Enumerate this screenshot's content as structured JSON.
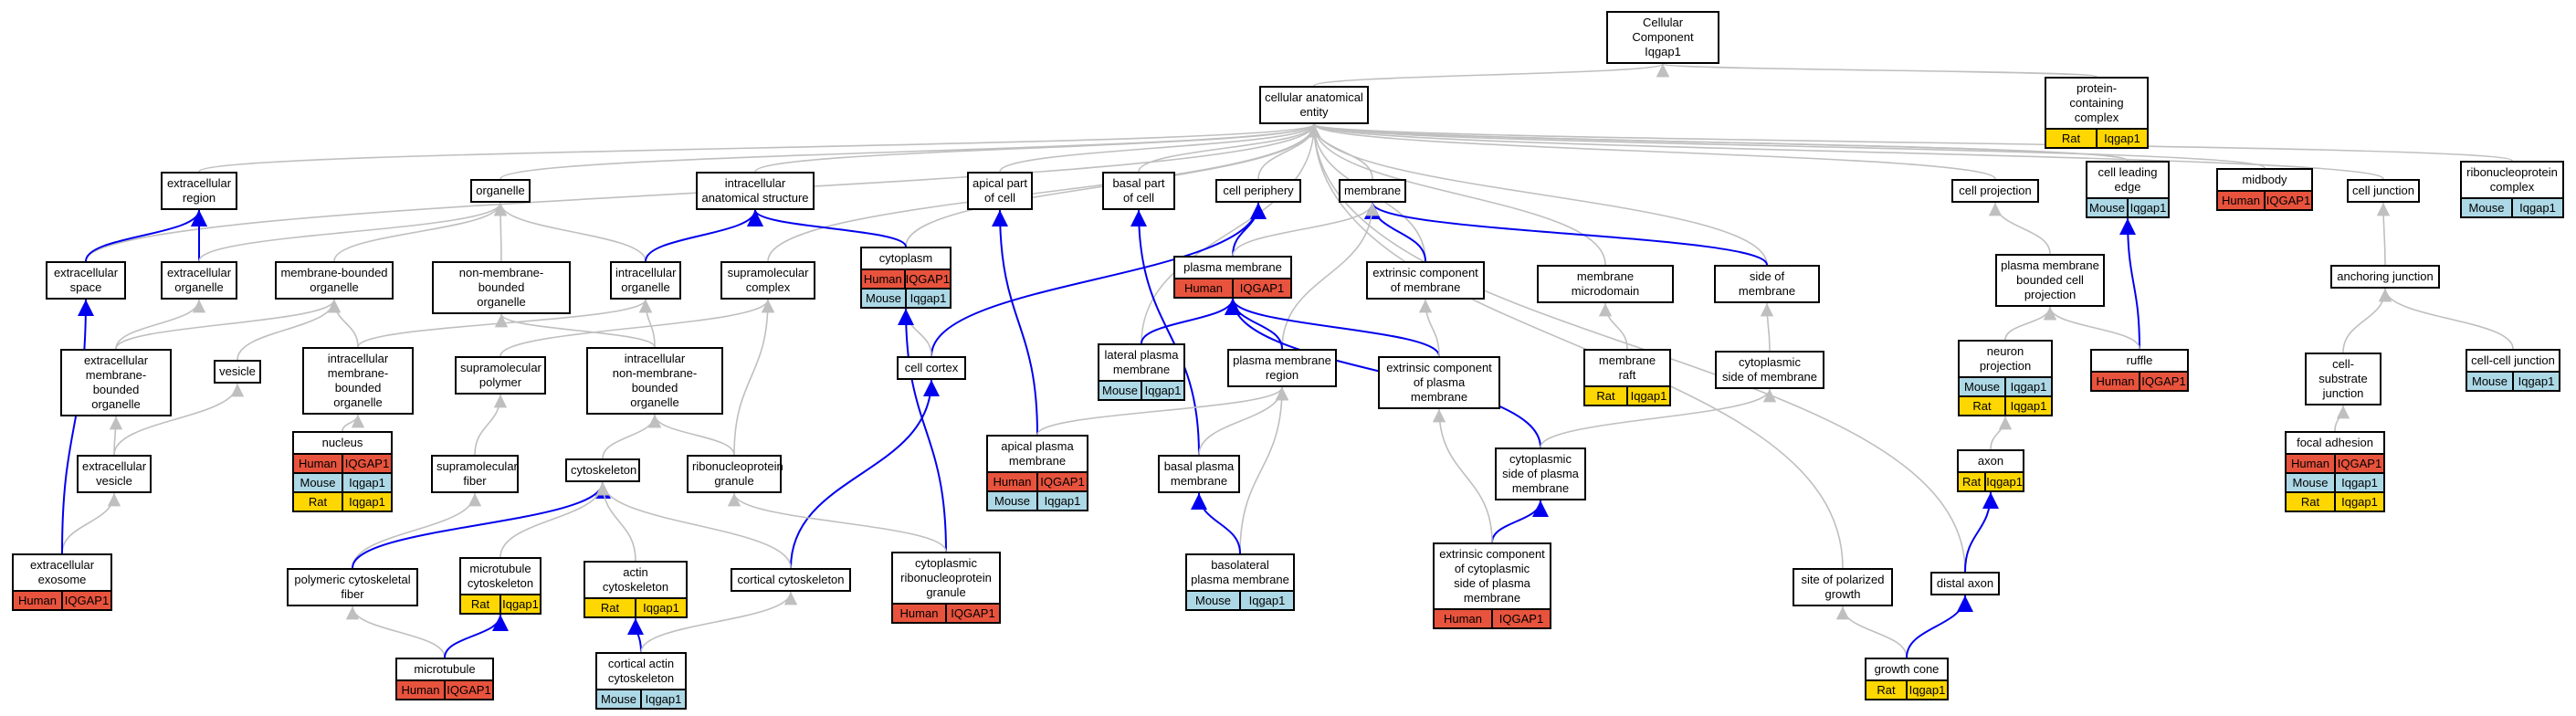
{
  "diagram": {
    "colors": {
      "human": "#E8533D",
      "mouse": "#ADD8E6",
      "rat": "#FFD700",
      "edge_gray": "#BFBFBF",
      "edge_blue": "#0000EE"
    },
    "nodes": [
      {
        "id": "root",
        "lines": [
          "Cellular Component",
          "Iqgap1"
        ]
      },
      {
        "id": "cae",
        "lines": [
          "cellular anatomical",
          "entity"
        ]
      },
      {
        "id": "pcc",
        "lines": [
          "protein-containing",
          "complex"
        ],
        "rows": [
          [
            "Rat",
            "Iqgap1"
          ]
        ]
      },
      {
        "id": "exreg",
        "lines": [
          "extracellular",
          "region"
        ]
      },
      {
        "id": "organelle",
        "lines": [
          "organelle"
        ]
      },
      {
        "id": "ias",
        "lines": [
          "intracellular",
          "anatomical structure"
        ]
      },
      {
        "id": "apical",
        "lines": [
          "apical part",
          "of cell"
        ]
      },
      {
        "id": "basal",
        "lines": [
          "basal part",
          "of cell"
        ]
      },
      {
        "id": "periph",
        "lines": [
          "cell periphery"
        ]
      },
      {
        "id": "membrane",
        "lines": [
          "membrane"
        ]
      },
      {
        "id": "cellproj",
        "lines": [
          "cell projection"
        ]
      },
      {
        "id": "leading",
        "lines": [
          "cell leading",
          "edge"
        ],
        "rows": [
          [
            "Mouse",
            "Iqgap1"
          ]
        ]
      },
      {
        "id": "midbody",
        "lines": [
          "midbody"
        ],
        "rows": [
          [
            "Human",
            "IQGAP1"
          ]
        ]
      },
      {
        "id": "junction",
        "lines": [
          "cell junction"
        ]
      },
      {
        "id": "rnpcomplex",
        "lines": [
          "ribonucleoprotein",
          "complex"
        ],
        "rows": [
          [
            "Mouse",
            "Iqgap1"
          ]
        ]
      },
      {
        "id": "exspace",
        "lines": [
          "extracellular",
          "space"
        ]
      },
      {
        "id": "exorg",
        "lines": [
          "extracellular",
          "organelle"
        ]
      },
      {
        "id": "mbo",
        "lines": [
          "membrane-bounded",
          "organelle"
        ]
      },
      {
        "id": "nmbo",
        "lines": [
          "non-membrane-bounded",
          "organelle"
        ]
      },
      {
        "id": "icorg",
        "lines": [
          "intracellular",
          "organelle"
        ]
      },
      {
        "id": "supcomplex",
        "lines": [
          "supramolecular",
          "complex"
        ]
      },
      {
        "id": "cytoplasm",
        "lines": [
          "cytoplasm"
        ],
        "rows": [
          [
            "Human",
            "IQGAP1"
          ],
          [
            "Mouse",
            "Iqgap1"
          ]
        ]
      },
      {
        "id": "pm",
        "lines": [
          "plasma membrane"
        ],
        "rows": [
          [
            "Human",
            "IQGAP1"
          ]
        ]
      },
      {
        "id": "extcompmem",
        "lines": [
          "extrinsic component",
          "of membrane"
        ]
      },
      {
        "id": "memmicro",
        "lines": [
          "membrane microdomain"
        ]
      },
      {
        "id": "sideofmem",
        "lines": [
          "side of membrane"
        ]
      },
      {
        "id": "pmbcp",
        "lines": [
          "plasma membrane",
          "bounded cell",
          "projection"
        ]
      },
      {
        "id": "anchoring",
        "lines": [
          "anchoring junction"
        ]
      },
      {
        "id": "exmbv",
        "lines": [
          "extracellular",
          "membrane-bounded",
          "organelle"
        ]
      },
      {
        "id": "vesicle",
        "lines": [
          "vesicle"
        ]
      },
      {
        "id": "icmbo",
        "lines": [
          "intracellular",
          "membrane-bounded",
          "organelle"
        ]
      },
      {
        "id": "suppoly",
        "lines": [
          "supramolecular",
          "polymer"
        ]
      },
      {
        "id": "icnmbo",
        "lines": [
          "intracellular",
          "non-membrane-bounded",
          "organelle"
        ]
      },
      {
        "id": "cortex",
        "lines": [
          "cell cortex"
        ]
      },
      {
        "id": "latpm",
        "lines": [
          "lateral plasma",
          "membrane"
        ],
        "rows": [
          [
            "Mouse",
            "Iqgap1"
          ]
        ]
      },
      {
        "id": "pmregion",
        "lines": [
          "plasma membrane",
          "region"
        ]
      },
      {
        "id": "extcomppm",
        "lines": [
          "extrinsic component",
          "of plasma membrane"
        ]
      },
      {
        "id": "raft",
        "lines": [
          "membrane raft"
        ],
        "rows": [
          [
            "Rat",
            "Iqgap1"
          ]
        ]
      },
      {
        "id": "cytsidemem",
        "lines": [
          "cytoplasmic",
          "side of membrane"
        ]
      },
      {
        "id": "neuronproj",
        "lines": [
          "neuron projection"
        ],
        "rows": [
          [
            "Mouse",
            "Iqgap1"
          ],
          [
            "Rat",
            "Iqgap1"
          ]
        ]
      },
      {
        "id": "ruffle",
        "lines": [
          "ruffle"
        ],
        "rows": [
          [
            "Human",
            "IQGAP1"
          ]
        ]
      },
      {
        "id": "cellsubstrate",
        "lines": [
          "cell-substrate",
          "junction"
        ]
      },
      {
        "id": "cellcell",
        "lines": [
          "cell-cell junction"
        ],
        "rows": [
          [
            "Mouse",
            "Iqgap1"
          ]
        ]
      },
      {
        "id": "nucleus",
        "lines": [
          "nucleus"
        ],
        "rows": [
          [
            "Human",
            "IQGAP1"
          ],
          [
            "Mouse",
            "Iqgap1"
          ],
          [
            "Rat",
            "Iqgap1"
          ]
        ]
      },
      {
        "id": "exves",
        "lines": [
          "extracellular",
          "vesicle"
        ]
      },
      {
        "id": "supfiber",
        "lines": [
          "supramolecular",
          "fiber"
        ]
      },
      {
        "id": "cytoskeleton",
        "lines": [
          "cytoskeleton"
        ]
      },
      {
        "id": "rnpgranule",
        "lines": [
          "ribonucleoprotein",
          "granule"
        ]
      },
      {
        "id": "apicalpm",
        "lines": [
          "apical plasma",
          "membrane"
        ],
        "rows": [
          [
            "Human",
            "IQGAP1"
          ],
          [
            "Mouse",
            "Iqgap1"
          ]
        ]
      },
      {
        "id": "basalpm",
        "lines": [
          "basal plasma",
          "membrane"
        ]
      },
      {
        "id": "cytsidepm",
        "lines": [
          "cytoplasmic",
          "side of plasma",
          "membrane"
        ]
      },
      {
        "id": "axon",
        "lines": [
          "axon"
        ],
        "rows": [
          [
            "Rat",
            "Iqgap1"
          ]
        ]
      },
      {
        "id": "focal",
        "lines": [
          "focal adhesion"
        ],
        "rows": [
          [
            "Human",
            "IQGAP1"
          ],
          [
            "Mouse",
            "Iqgap1"
          ],
          [
            "Rat",
            "Iqgap1"
          ]
        ]
      },
      {
        "id": "exosome",
        "lines": [
          "extracellular",
          "exosome"
        ],
        "rows": [
          [
            "Human",
            "IQGAP1"
          ]
        ]
      },
      {
        "id": "polyfiber",
        "lines": [
          "polymeric cytoskeletal",
          "fiber"
        ]
      },
      {
        "id": "mtcyto",
        "lines": [
          "microtubule",
          "cytoskeleton"
        ],
        "rows": [
          [
            "Rat",
            "Iqgap1"
          ]
        ]
      },
      {
        "id": "actincyto",
        "lines": [
          "actin cytoskeleton"
        ],
        "rows": [
          [
            "Rat",
            "Iqgap1"
          ]
        ]
      },
      {
        "id": "cortcyto",
        "lines": [
          "cortical cytoskeleton"
        ]
      },
      {
        "id": "cytrnpgranule",
        "lines": [
          "cytoplasmic",
          "ribonucleoprotein",
          "granule"
        ],
        "rows": [
          [
            "Human",
            "IQGAP1"
          ]
        ]
      },
      {
        "id": "basolateral",
        "lines": [
          "basolateral",
          "plasma membrane"
        ],
        "rows": [
          [
            "Mouse",
            "Iqgap1"
          ]
        ]
      },
      {
        "id": "extcompcytsidepm",
        "lines": [
          "extrinsic component",
          "of cytoplasmic",
          "side of plasma",
          "membrane"
        ],
        "rows": [
          [
            "Human",
            "IQGAP1"
          ]
        ]
      },
      {
        "id": "sitepolar",
        "lines": [
          "site of polarized",
          "growth"
        ]
      },
      {
        "id": "distalaxon",
        "lines": [
          "distal axon"
        ]
      },
      {
        "id": "microtubule",
        "lines": [
          "microtubule"
        ],
        "rows": [
          [
            "Human",
            "IQGAP1"
          ]
        ]
      },
      {
        "id": "cortactin",
        "lines": [
          "cortical actin",
          "cytoskeleton"
        ],
        "rows": [
          [
            "Mouse",
            "Iqgap1"
          ]
        ]
      },
      {
        "id": "growthcone",
        "lines": [
          "growth cone"
        ],
        "rows": [
          [
            "Rat",
            "Iqgap1"
          ]
        ]
      }
    ],
    "edges": [
      [
        "cae",
        "root",
        "g"
      ],
      [
        "pcc",
        "root",
        "g"
      ],
      [
        "exreg",
        "cae",
        "g"
      ],
      [
        "organelle",
        "cae",
        "g"
      ],
      [
        "ias",
        "cae",
        "g"
      ],
      [
        "apical",
        "cae",
        "g"
      ],
      [
        "basal",
        "cae",
        "g"
      ],
      [
        "periph",
        "cae",
        "g"
      ],
      [
        "membrane",
        "cae",
        "g"
      ],
      [
        "cellproj",
        "cae",
        "g"
      ],
      [
        "leading",
        "cae",
        "g"
      ],
      [
        "midbody",
        "cae",
        "g"
      ],
      [
        "junction",
        "cae",
        "g"
      ],
      [
        "rnpcomplex",
        "cae",
        "g"
      ],
      [
        "exspace",
        "cae",
        "g"
      ],
      [
        "supcomplex",
        "cae",
        "g"
      ],
      [
        "cytoplasm",
        "cae",
        "g"
      ],
      [
        "extcompmem",
        "cae",
        "g"
      ],
      [
        "memmicro",
        "cae",
        "g"
      ],
      [
        "sideofmem",
        "cae",
        "g"
      ],
      [
        "latpm",
        "cae",
        "g"
      ],
      [
        "sitepolar",
        "cae",
        "g"
      ],
      [
        "distalaxon",
        "cae",
        "g"
      ],
      [
        "exspace",
        "exreg",
        "b"
      ],
      [
        "exorg",
        "exreg",
        "b"
      ],
      [
        "exorg",
        "organelle",
        "g"
      ],
      [
        "mbo",
        "organelle",
        "g"
      ],
      [
        "nmbo",
        "organelle",
        "g"
      ],
      [
        "icorg",
        "organelle",
        "g"
      ],
      [
        "icorg",
        "ias",
        "b"
      ],
      [
        "cytoplasm",
        "ias",
        "b"
      ],
      [
        "apicalpm",
        "apical",
        "b"
      ],
      [
        "basalpm",
        "basal",
        "b"
      ],
      [
        "pm",
        "periph",
        "b"
      ],
      [
        "cortex",
        "periph",
        "b"
      ],
      [
        "pm",
        "membrane",
        "g"
      ],
      [
        "extcompmem",
        "membrane",
        "b"
      ],
      [
        "sideofmem",
        "membrane",
        "b"
      ],
      [
        "pmregion",
        "membrane",
        "g"
      ],
      [
        "leading",
        "cae",
        "g"
      ],
      [
        "ruffle",
        "leading",
        "b"
      ],
      [
        "exmbv",
        "exorg",
        "g"
      ],
      [
        "exmbv",
        "mbo",
        "g"
      ],
      [
        "vesicle",
        "mbo",
        "g"
      ],
      [
        "icmbo",
        "mbo",
        "g"
      ],
      [
        "icmbo",
        "icorg",
        "g"
      ],
      [
        "icnmbo",
        "nmbo",
        "g"
      ],
      [
        "icnmbo",
        "icorg",
        "g"
      ],
      [
        "suppoly",
        "supcomplex",
        "g"
      ],
      [
        "rnpgranule",
        "supcomplex",
        "g"
      ],
      [
        "cortex",
        "cytoplasm",
        "g"
      ],
      [
        "cytrnpgranule",
        "cytoplasm",
        "b"
      ],
      [
        "latpm",
        "pm",
        "b"
      ],
      [
        "pmregion",
        "pm",
        "b"
      ],
      [
        "extcomppm",
        "pm",
        "b"
      ],
      [
        "cytsidepm",
        "pm",
        "b"
      ],
      [
        "extcomppm",
        "extcompmem",
        "g"
      ],
      [
        "raft",
        "memmicro",
        "g"
      ],
      [
        "cytsidemem",
        "sideofmem",
        "g"
      ],
      [
        "pmbcp",
        "cellproj",
        "g"
      ],
      [
        "neuronproj",
        "pmbcp",
        "g"
      ],
      [
        "ruffle",
        "pmbcp",
        "g"
      ],
      [
        "anchoring",
        "junction",
        "g"
      ],
      [
        "cellsubstrate",
        "anchoring",
        "g"
      ],
      [
        "cellcell",
        "anchoring",
        "g"
      ],
      [
        "nucleus",
        "icmbo",
        "g"
      ],
      [
        "exves",
        "exmbv",
        "g"
      ],
      [
        "exves",
        "vesicle",
        "g"
      ],
      [
        "supfiber",
        "suppoly",
        "g"
      ],
      [
        "cytoskeleton",
        "icnmbo",
        "g"
      ],
      [
        "rnpgranule",
        "icnmbo",
        "g"
      ],
      [
        "cortcyto",
        "cortex",
        "b"
      ],
      [
        "apicalpm",
        "pmregion",
        "g"
      ],
      [
        "basalpm",
        "pmregion",
        "g"
      ],
      [
        "cytsidepm",
        "cytsidemem",
        "g"
      ],
      [
        "axon",
        "neuronproj",
        "g"
      ],
      [
        "focal",
        "cellsubstrate",
        "g"
      ],
      [
        "exosome",
        "exves",
        "g"
      ],
      [
        "exosome",
        "exspace",
        "b"
      ],
      [
        "polyfiber",
        "supfiber",
        "g"
      ],
      [
        "polyfiber",
        "cytoskeleton",
        "b"
      ],
      [
        "mtcyto",
        "cytoskeleton",
        "g"
      ],
      [
        "actincyto",
        "cytoskeleton",
        "g"
      ],
      [
        "cortcyto",
        "cytoskeleton",
        "g"
      ],
      [
        "cytrnpgranule",
        "rnpgranule",
        "g"
      ],
      [
        "basolateral",
        "pmregion",
        "g"
      ],
      [
        "basolateral",
        "basalpm",
        "b"
      ],
      [
        "extcompcytsidepm",
        "cytsidepm",
        "b"
      ],
      [
        "extcompcytsidepm",
        "extcomppm",
        "g"
      ],
      [
        "growthcone",
        "sitepolar",
        "g"
      ],
      [
        "growthcone",
        "distalaxon",
        "b"
      ],
      [
        "distalaxon",
        "axon",
        "b"
      ],
      [
        "microtubule",
        "polyfiber",
        "g"
      ],
      [
        "microtubule",
        "mtcyto",
        "b"
      ],
      [
        "cortactin",
        "actincyto",
        "b"
      ],
      [
        "cortactin",
        "cortcyto",
        "g"
      ]
    ]
  }
}
